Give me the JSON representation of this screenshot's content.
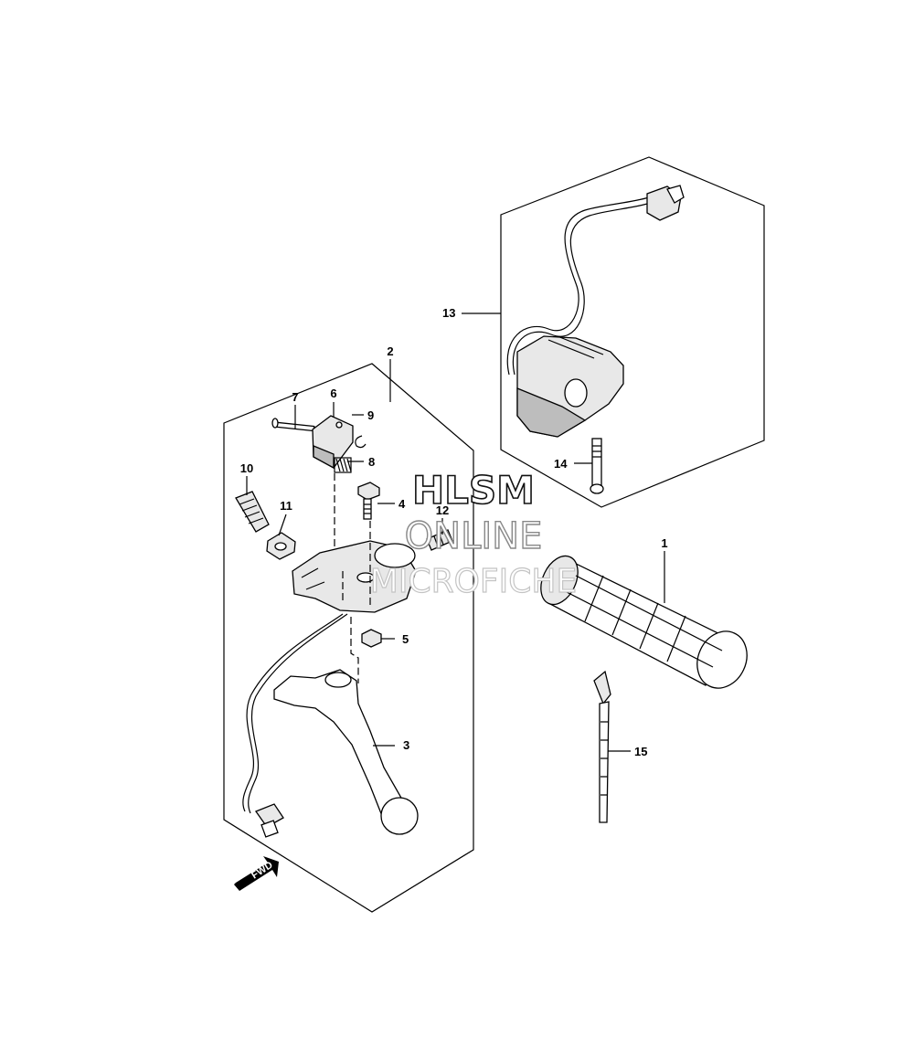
{
  "diagram": {
    "callouts": [
      "1",
      "2",
      "3",
      "4",
      "5",
      "6",
      "7",
      "8",
      "9",
      "10",
      "11",
      "12",
      "13",
      "14",
      "15"
    ],
    "fwd_label": "FWD",
    "watermark": {
      "line1": "HLSM",
      "line2": "ONLINE",
      "line3": "MICROFICHE"
    }
  }
}
